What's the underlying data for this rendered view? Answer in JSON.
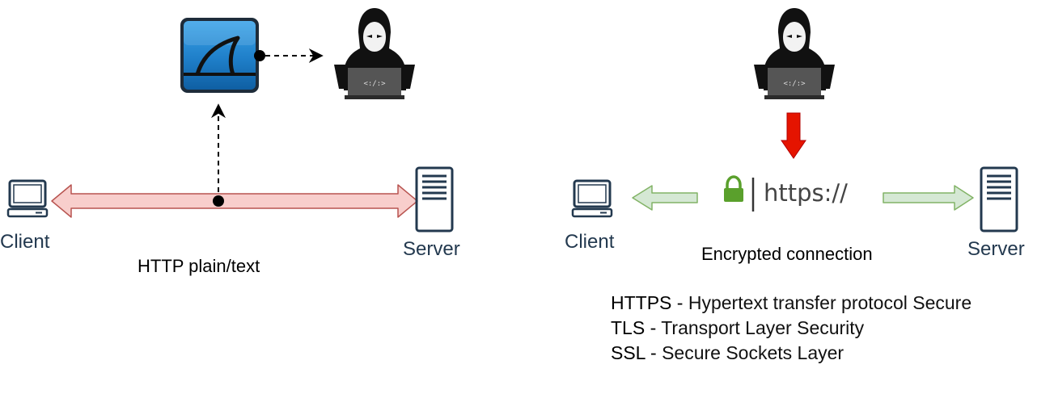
{
  "left_panel": {
    "client_label": "Client",
    "server_label": "Server",
    "caption": "HTTP plain/text",
    "hacker_screen_text": "<:/:>"
  },
  "right_panel": {
    "client_label": "Client",
    "server_label": "Server",
    "url_text": "https://",
    "caption": "Encrypted connection",
    "hacker_screen_text": "<:/:>"
  },
  "legend": [
    {
      "abbr": "HTTPS",
      "sep": " - ",
      "meaning": "Hypertext transfer protocol Secure"
    },
    {
      "abbr": "TLS",
      "sep": " - ",
      "meaning": "Transport Layer Security"
    },
    {
      "abbr": "SSL",
      "sep": " - ",
      "meaning": "Secure Sockets Layer"
    }
  ],
  "icons": {
    "sniffer": "wireshark-shark-fin-icon",
    "attacker": "hooded-hacker-icon",
    "client": "laptop-computer-icon",
    "server": "server-tower-icon",
    "secure": "padlock-icon"
  },
  "colors": {
    "plain_arrow_fill": "#f8cecc",
    "plain_arrow_stroke": "#b85450",
    "secure_arrow_fill": "#d5e8d4",
    "secure_arrow_stroke": "#82b366",
    "block_arrow": "#e51400",
    "padlock": "#5aa02c",
    "sniffer_blue": "#2a8fd6"
  }
}
